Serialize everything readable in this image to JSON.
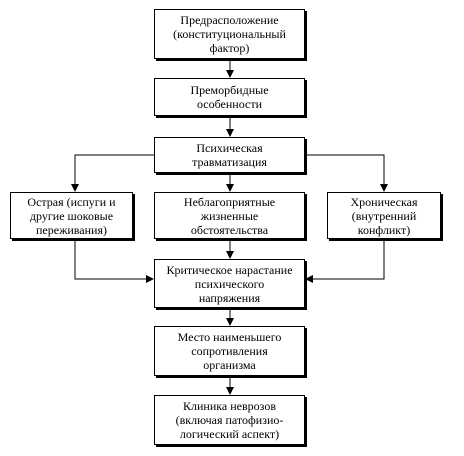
{
  "diagram": {
    "nodes": [
      {
        "id": "b1",
        "label": "Предрасположение\n(конституциональный\nфактор)"
      },
      {
        "id": "b2",
        "label": "Преморбидные\nособенности"
      },
      {
        "id": "b3",
        "label": "Психическая\nтравматизация"
      },
      {
        "id": "b4",
        "label": "Острая (испуги и\nдругие шоковые\nпереживания)"
      },
      {
        "id": "b5",
        "label": "Неблагоприятные\nжизненные\nобстоятельства"
      },
      {
        "id": "b6",
        "label": "Хроническая\n(внутренний\nконфликт)"
      },
      {
        "id": "b7",
        "label": "Критическое нарастание\nпсихического\nнапряжения"
      },
      {
        "id": "b8",
        "label": "Место наименьшего\nсопротивления\nорганизма"
      },
      {
        "id": "b9",
        "label": "Клиника неврозов\n(включая патофизио-\nлогический аспект)"
      }
    ],
    "edges": [
      {
        "from": "b1",
        "to": "b2"
      },
      {
        "from": "b2",
        "to": "b3"
      },
      {
        "from": "b3",
        "to": "b4"
      },
      {
        "from": "b3",
        "to": "b5"
      },
      {
        "from": "b3",
        "to": "b6"
      },
      {
        "from": "b4",
        "to": "b7"
      },
      {
        "from": "b5",
        "to": "b7"
      },
      {
        "from": "b6",
        "to": "b7"
      },
      {
        "from": "b7",
        "to": "b8"
      },
      {
        "from": "b8",
        "to": "b9"
      }
    ]
  }
}
